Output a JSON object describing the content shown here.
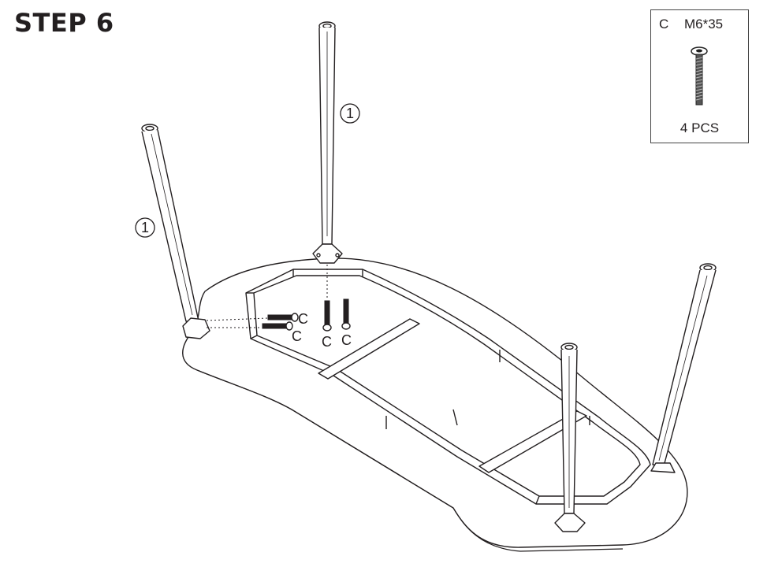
{
  "step": {
    "title": "STEP 6"
  },
  "hardware": {
    "letter": "C",
    "spec": "M6*35",
    "quantity": "4 PCS"
  },
  "callouts": {
    "leg_part": "1",
    "bolt_part": "C"
  }
}
